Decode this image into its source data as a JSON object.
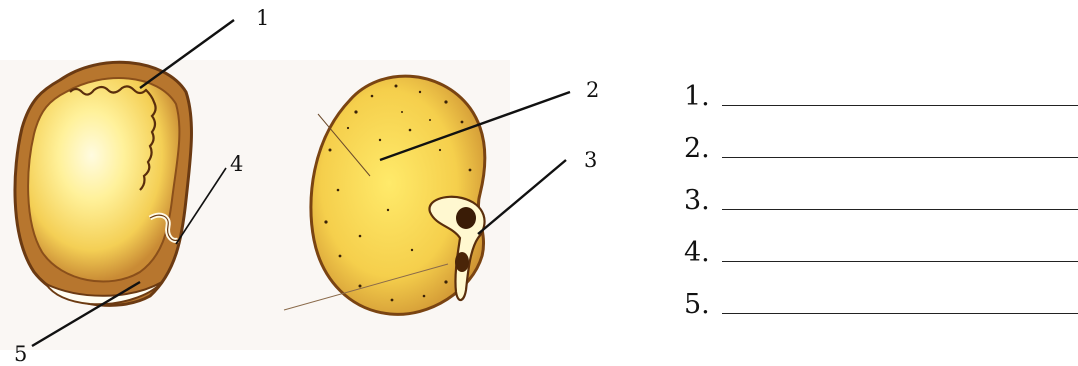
{
  "diagram": {
    "labels": [
      {
        "id": 1,
        "text": "1"
      },
      {
        "id": 2,
        "text": "2"
      },
      {
        "id": 3,
        "text": "3"
      },
      {
        "id": 4,
        "text": "4"
      },
      {
        "id": 5,
        "text": "5"
      }
    ]
  },
  "answers": [
    {
      "number": "1."
    },
    {
      "number": "2."
    },
    {
      "number": "3."
    },
    {
      "number": "4."
    },
    {
      "number": "5."
    }
  ],
  "colors": {
    "seed_yellow": "#f6d860",
    "seed_light": "#fff3a8",
    "seed_rim": "#b5702a",
    "seed_dark": "#6b3a12",
    "line": "#111111"
  }
}
